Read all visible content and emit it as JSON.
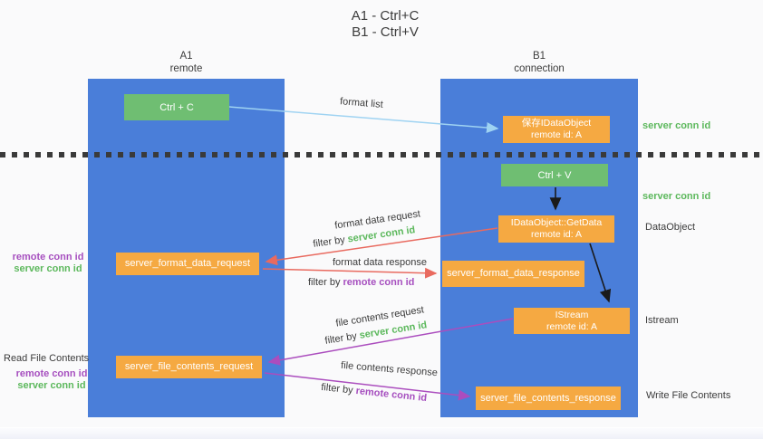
{
  "title": {
    "lines": [
      "A1 - Ctrl+C",
      "B1 - Ctrl+V"
    ]
  },
  "columns": {
    "left": {
      "header_lines": [
        "A1",
        "remote"
      ]
    },
    "right": {
      "header_lines": [
        "B1",
        "connection"
      ]
    }
  },
  "nodes": {
    "ctrl_c": "Ctrl + C",
    "ctrl_v": "Ctrl + V",
    "save_dataobject": {
      "lines": [
        "保存IDataObject",
        "remote id: A"
      ]
    },
    "getdata": {
      "lines": [
        "IDataObject::GetData",
        "remote id: A"
      ]
    },
    "istream": {
      "lines": [
        "IStream",
        "remote id: A"
      ]
    },
    "format_request": "server_format_data_request",
    "format_response": "server_format_data_response",
    "file_request": "server_file_contents_request",
    "file_response": "server_file_contents_response"
  },
  "arrow_labels": {
    "format_list": "format list",
    "format_data_request": "format data request",
    "format_data_response": "format data response",
    "file_contents_request": "file contents request",
    "file_contents_response": "file contents response",
    "filter_by": "filter by",
    "server_conn_id": "server conn id",
    "remote_conn_id": "remote conn id"
  },
  "side_labels": {
    "left_top": {
      "remote_conn_id": "remote conn id",
      "server_conn_id": "server conn id"
    },
    "read_file_contents": "Read File Contents",
    "left_bottom": {
      "remote_conn_id": "remote conn id",
      "server_conn_id": "server conn id"
    },
    "right_server_conn_id_1": "server conn id",
    "right_server_conn_id_2": "server conn id",
    "dataobject": "DataObject",
    "istream": "Istream",
    "write_file_contents": "Write File Contents"
  },
  "colors": {
    "column_blue": "#4a7ed9",
    "box_green": "#6fbe72",
    "box_orange": "#f5a942",
    "arrow_red": "#e96a5f",
    "arrow_purple": "#ab4dbe",
    "arrow_light_blue": "#9fd3f2",
    "arrow_black": "#1a1a1a",
    "text_green": "#5cb85c",
    "text_purple": "#a64fbf",
    "text_dark": "#3b3b3b",
    "background": "#fafafb"
  }
}
